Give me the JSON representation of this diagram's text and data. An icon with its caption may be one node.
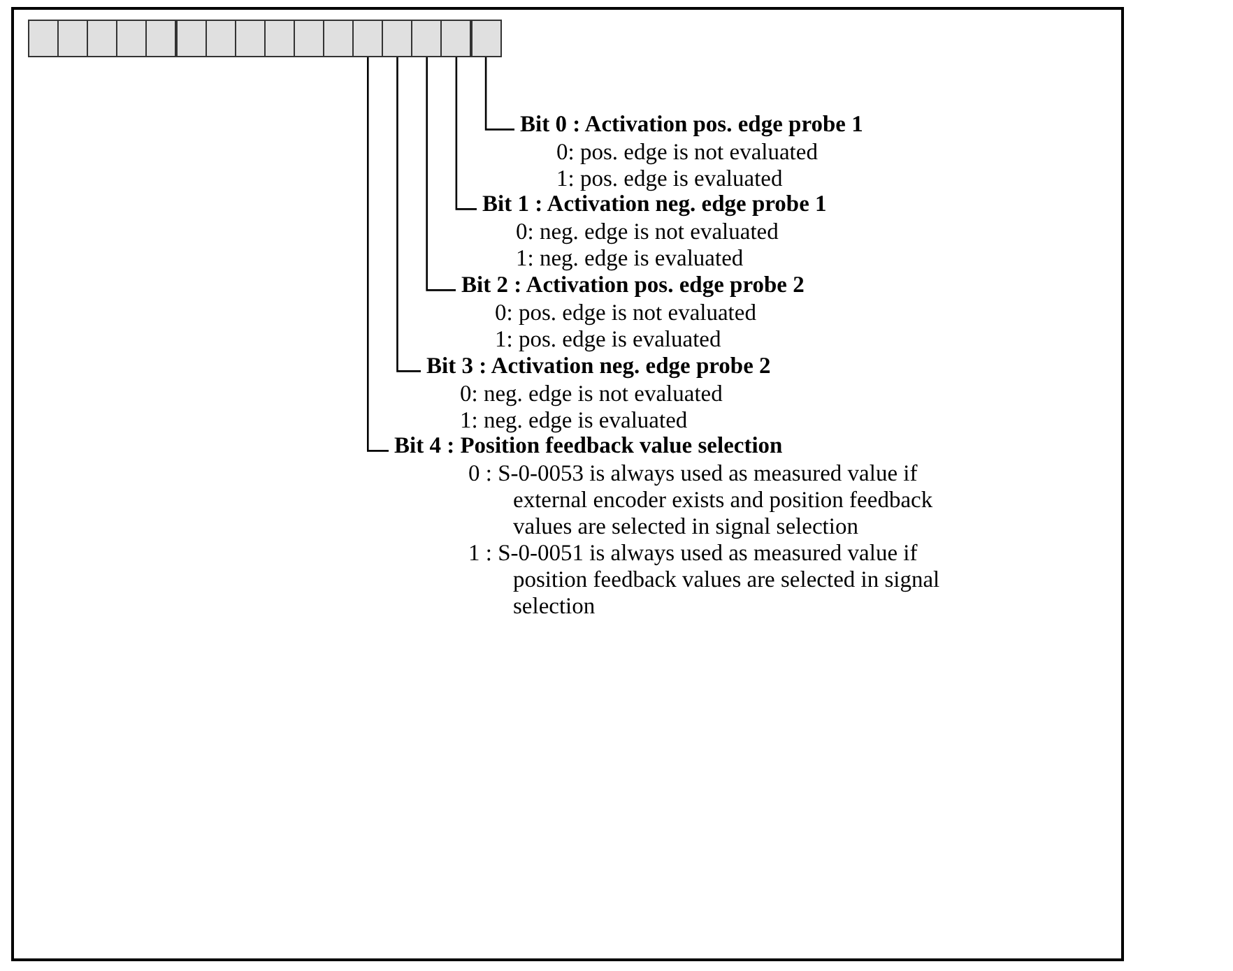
{
  "diagram": {
    "nodes": [
      {
        "text": [],
        "shape": "box"
      },
      {
        "text": [],
        "shape": "box"
      },
      {
        "text": [],
        "shape": "box"
      },
      {
        "text": [],
        "shape": "box"
      },
      {
        "text": [],
        "shape": "box"
      },
      {
        "text": [],
        "shape": "box"
      },
      {
        "text": [],
        "shape": "box"
      },
      {
        "text": [],
        "shape": "box"
      },
      {
        "text": [],
        "shape": "box"
      },
      {
        "text": [],
        "shape": "box"
      },
      {
        "text": [],
        "shape": "box"
      },
      {
        "text": [],
        "shape": "box"
      },
      {
        "text": [],
        "shape": "box"
      },
      {
        "text": [],
        "shape": "box"
      },
      {
        "text": [],
        "shape": "box"
      },
      {
        "text": [],
        "shape": "box"
      },
      {
        "text": [
          "Bit 0 : Activation pos. edge probe 1",
          "0: pos. edge is not evaluated",
          "1: pos. edge is evaluated"
        ]
      },
      {
        "text": [
          "Bit 1 : Activation neg. edge probe  1",
          "0: neg. edge is not evaluated",
          "1: neg. edge is evaluated"
        ]
      },
      {
        "text": [
          "Bit 2 : Activation pos. edge probe 2",
          "0: pos. edge is not evaluated",
          "1: pos. edge is evaluated"
        ]
      },
      {
        "text": [
          "Bit 3 : Activation neg. edge probe  2",
          "0: neg. edge is not evaluated",
          "1: neg. edge is evaluated"
        ]
      },
      {
        "text": [
          "Bit 4 : Position feedback value selection",
          "0 : S-0-0053 is always used as measured value if external encoder exists and position feedback values are selected in signal selection",
          "1 : S-0-0051 is always used as measured value if position feedback values are selected in signal selection"
        ]
      }
    ],
    "edges": [
      {
        "from": 15,
        "to": 16,
        "arrow": "none"
      },
      {
        "from": 14,
        "to": 17,
        "arrow": "none"
      },
      {
        "from": 13,
        "to": 18,
        "arrow": "none"
      },
      {
        "from": 12,
        "to": 19,
        "arrow": "none"
      },
      {
        "from": 11,
        "to": 20,
        "arrow": "none"
      }
    ]
  }
}
